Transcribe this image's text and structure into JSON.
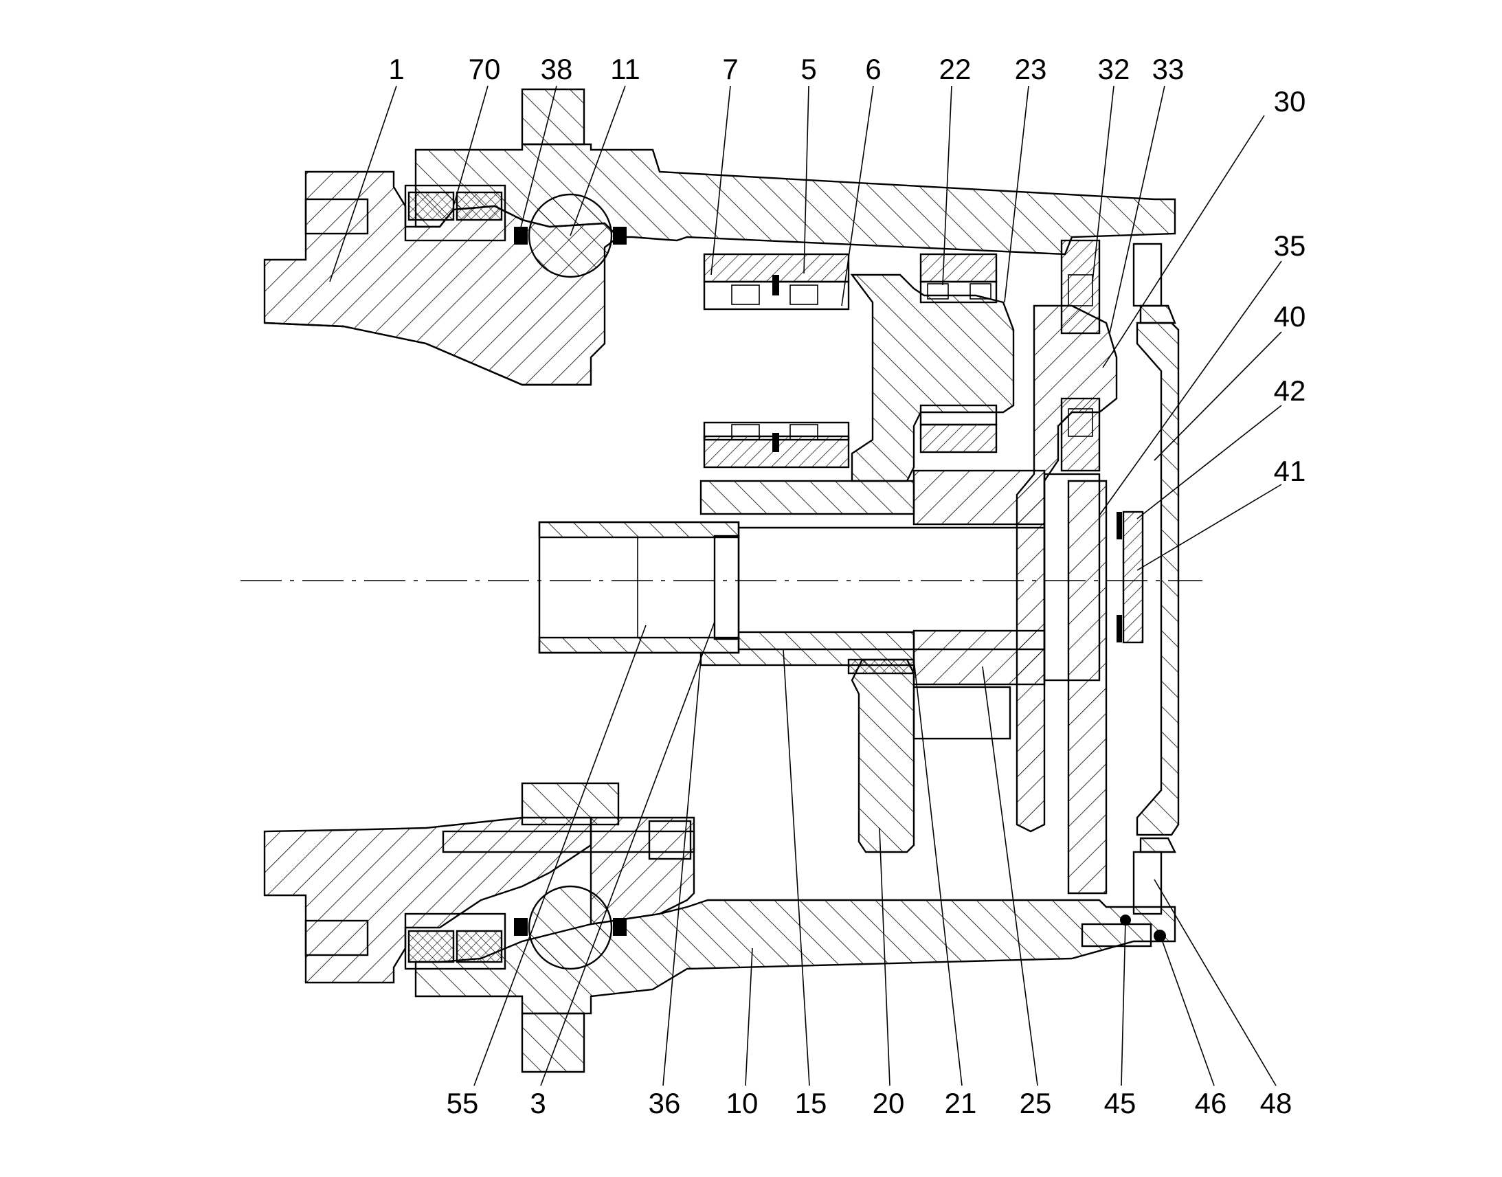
{
  "drawing": {
    "callouts_top": [
      {
        "id": "c1",
        "label": "1"
      },
      {
        "id": "c70",
        "label": "70"
      },
      {
        "id": "c38",
        "label": "38"
      },
      {
        "id": "c11",
        "label": "11"
      },
      {
        "id": "c7",
        "label": "7"
      },
      {
        "id": "c5",
        "label": "5"
      },
      {
        "id": "c6",
        "label": "6"
      },
      {
        "id": "c22",
        "label": "22"
      },
      {
        "id": "c23",
        "label": "23"
      },
      {
        "id": "c32",
        "label": "32"
      },
      {
        "id": "c33",
        "label": "33"
      }
    ],
    "callouts_right": [
      {
        "id": "c30",
        "label": "30"
      },
      {
        "id": "c35",
        "label": "35"
      },
      {
        "id": "c40",
        "label": "40"
      },
      {
        "id": "c42",
        "label": "42"
      },
      {
        "id": "c41",
        "label": "41"
      }
    ],
    "callouts_bottom": [
      {
        "id": "c55",
        "label": "55"
      },
      {
        "id": "c3",
        "label": "3"
      },
      {
        "id": "c36",
        "label": "36"
      },
      {
        "id": "c10",
        "label": "10"
      },
      {
        "id": "c15",
        "label": "15"
      },
      {
        "id": "c20",
        "label": "20"
      },
      {
        "id": "c21",
        "label": "21"
      },
      {
        "id": "c25",
        "label": "25"
      },
      {
        "id": "c45",
        "label": "45"
      },
      {
        "id": "c46",
        "label": "46"
      },
      {
        "id": "c48",
        "label": "48"
      }
    ]
  }
}
